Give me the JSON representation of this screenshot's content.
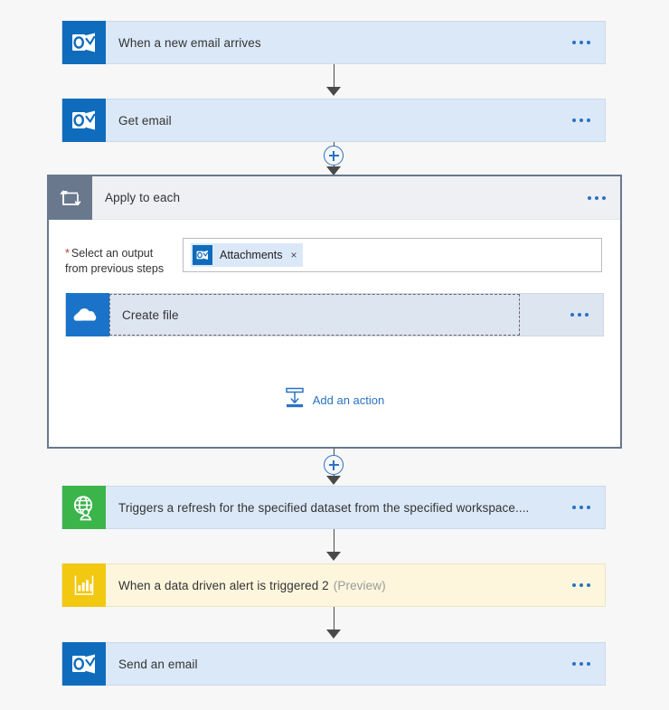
{
  "app": {
    "name": "Flow Designer Canvas",
    "canvas_background": "#f7f7f7"
  },
  "colors": {
    "outlook_blue": "#0f6cbd",
    "onedrive_blue": "#1a73c8",
    "powerbi_yellow": "#f2c811",
    "http_green": "#3bb44a",
    "scope_border": "#69788c",
    "card_blue_bg": "#dbe8f7",
    "card_yellow_bg": "#fdf6dd",
    "link_blue": "#2a72c4",
    "required_red": "#c0392b"
  },
  "steps": {
    "trigger_new_email": {
      "title": "When a new email arrives",
      "icon": "outlook-icon",
      "menu": "more-options"
    },
    "get_email": {
      "title": "Get email",
      "icon": "outlook-icon",
      "menu": "more-options"
    },
    "apply_to_each": {
      "title": "Apply to each",
      "icon": "loop-icon",
      "menu": "more-options",
      "field": {
        "required_marker": "*",
        "label_line1": "Select an output",
        "label_line2": "from previous steps",
        "token": {
          "text": "Attachments",
          "remove": "×",
          "icon": "outlook-icon"
        }
      },
      "inner_action": {
        "title": "Create file",
        "icon": "onedrive-icon",
        "menu": "more-options",
        "selected": true
      },
      "add_action": {
        "label": "Add an action",
        "icon": "insert-action-icon"
      }
    },
    "refresh_dataset": {
      "title": "Triggers a refresh for the specified dataset from the specified workspace....",
      "icon": "http-with-azure-ad-icon",
      "menu": "more-options"
    },
    "data_driven_alert": {
      "title": "When a data driven alert is triggered 2",
      "preview": "(Preview)",
      "icon": "power-bi-icon",
      "menu": "more-options"
    },
    "send_email": {
      "title": "Send an email",
      "icon": "outlook-icon",
      "menu": "more-options"
    }
  },
  "connectors": {
    "add_step_plus": "+",
    "plus_after_get_email": "+",
    "plus_after_apply_to_each": "+"
  }
}
